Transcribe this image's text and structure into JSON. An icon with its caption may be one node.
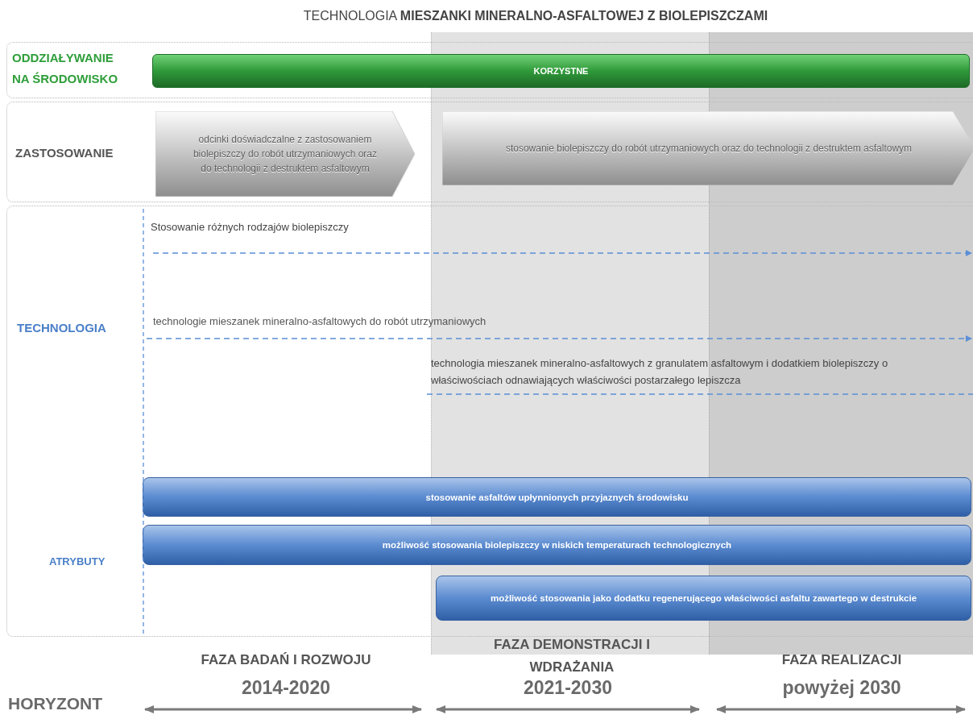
{
  "diagram": {
    "title": "TECHNOLOGIA **MIESZANKI MINERALNO-ASFALTOWEJ Z BIOLEPISZCZAMI**",
    "nodes": [
      {
        "text": [
          "ODDZIAŁYWANIE NA ŚRODOWISKO"
        ]
      },
      {
        "text": [
          "KORZYSTNE"
        ],
        "in": 0
      },
      {
        "text": [
          "ZASTOSOWANIE"
        ]
      },
      {
        "text": [
          "odcinki doświadczalne z zastosowaniem biolepiszczy do robót utrzymaniowych oraz do technologii z destruktem asfaltowym"
        ],
        "in": 2
      },
      {
        "text": [
          "stosowanie biolepiszczy do robót utrzymaniowych oraz do technologii z destruktem asfaltowym"
        ],
        "in": 2
      },
      {
        "text": [
          "TECHNOLOGIA",
          "ATRYBUTY"
        ]
      },
      {
        "text": [
          "stosowanie asfaltów upłynnionych przyjaznych środowisku"
        ],
        "in": 5
      },
      {
        "text": [
          "możliwość stosowania biolepiszczy w niskich temperaturach technologicznych"
        ],
        "in": 5
      },
      {
        "text": [
          "możliwość stosowania jako dodatku regenerującego właściwości asfaltu zawartego w destrukcie"
        ],
        "in": 5
      }
    ],
    "labels": [
      "Stosowanie różnych rodzajów biolepiszczy",
      "technologie mieszanek mineralno-asfaltowych do robót utrzymaniowych",
      "technologia mieszanek mineralno-asfaltowych z granulatem asfaltowym i dodatkiem biolepiszczy o właściwościach odnawiających właściwości postarzałego lepiszcza",
      "FAZA BADAŃ I ROZWOJU",
      "FAZA DEMONSTRACJI I WDRAŻANIA",
      "FAZA REALIZACJI",
      "HORYZONT",
      "2014-2020",
      "2021-2030",
      "powyżej 2030"
    ]
  }
}
